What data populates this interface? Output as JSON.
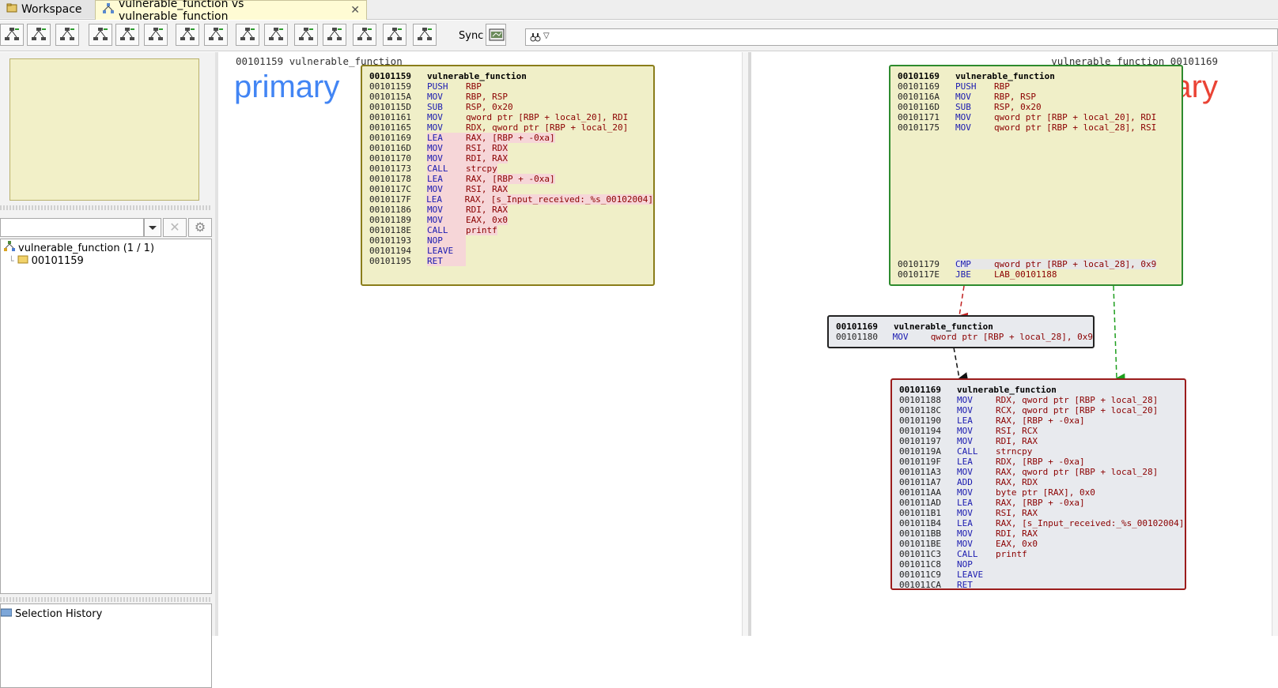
{
  "tabs": {
    "workspace": "Workspace",
    "compare": "vulnerable_function vs vulnerable_function"
  },
  "toolbar": {
    "sync_label": "Sync"
  },
  "tree": {
    "root": "vulnerable_function (1 / 1)",
    "child": "00101159"
  },
  "history": {
    "title": "Selection History"
  },
  "primary": {
    "header": "00101159 vulnerable_function",
    "label": "primary",
    "label_color": "#4285f4",
    "block": {
      "addr": "00101159",
      "name": "vulnerable_function",
      "lines": [
        {
          "addr": "00101159",
          "mn": "PUSH",
          "op": "RBP",
          "hl": false
        },
        {
          "addr": "0010115A",
          "mn": "MOV",
          "op": "RBP, RSP",
          "hl": false
        },
        {
          "addr": "0010115D",
          "mn": "SUB",
          "op": "RSP, 0x20",
          "hl": false
        },
        {
          "addr": "00101161",
          "mn": "MOV",
          "op": "qword ptr [RBP + local_20], RDI",
          "hl": false
        },
        {
          "addr": "00101165",
          "mn": "MOV",
          "op": "RDX, qword ptr [RBP + local_20]",
          "hl": false
        },
        {
          "addr": "00101169",
          "mn": "LEA",
          "op": "RAX, [RBP + -0xa]",
          "hl": true
        },
        {
          "addr": "0010116D",
          "mn": "MOV",
          "op": "RSI, RDX",
          "hl": true
        },
        {
          "addr": "00101170",
          "mn": "MOV",
          "op": "RDI, RAX",
          "hl": true
        },
        {
          "addr": "00101173",
          "mn": "CALL",
          "op": "strcpy",
          "hl": true
        },
        {
          "addr": "00101178",
          "mn": "LEA",
          "op": "RAX, [RBP + -0xa]",
          "hl": true
        },
        {
          "addr": "0010117C",
          "mn": "MOV",
          "op": "RSI, RAX",
          "hl": true
        },
        {
          "addr": "0010117F",
          "mn": "LEA",
          "op": "RAX, [s_Input_received:_%s_00102004]",
          "hl": true
        },
        {
          "addr": "00101186",
          "mn": "MOV",
          "op": "RDI, RAX",
          "hl": true
        },
        {
          "addr": "00101189",
          "mn": "MOV",
          "op": "EAX, 0x0",
          "hl": true
        },
        {
          "addr": "0010118E",
          "mn": "CALL",
          "op": "printf",
          "hl": true
        },
        {
          "addr": "00101193",
          "mn": "NOP",
          "op": "",
          "hl": true
        },
        {
          "addr": "00101194",
          "mn": "LEAVE",
          "op": "",
          "hl": true
        },
        {
          "addr": "00101195",
          "mn": "RET",
          "op": "",
          "hl": true
        }
      ]
    }
  },
  "secondary": {
    "header": "vulnerable_function 00101169",
    "label": "ndary",
    "label_color": "#ea4335",
    "block1": {
      "addr": "00101169",
      "name": "vulnerable_function",
      "lines": [
        {
          "addr": "00101169",
          "mn": "PUSH",
          "op": "RBP",
          "hl": false
        },
        {
          "addr": "0010116A",
          "mn": "MOV",
          "op": "RBP, RSP",
          "hl": false
        },
        {
          "addr": "0010116D",
          "mn": "SUB",
          "op": "RSP, 0x20",
          "hl": false
        },
        {
          "addr": "00101171",
          "mn": "MOV",
          "op": "qword ptr [RBP + local_20], RDI",
          "hl": false
        },
        {
          "addr": "00101175",
          "mn": "MOV",
          "op": "qword ptr [RBP + local_28], RSI",
          "hl": false
        }
      ],
      "tail": [
        {
          "addr": "00101179",
          "mn": "CMP",
          "op": "qword ptr [RBP + local_28], 0x9",
          "hl": true
        },
        {
          "addr": "0010117E",
          "mn": "JBE",
          "op": "LAB_00101188",
          "hl": false
        }
      ]
    },
    "block2": {
      "addr": "00101169",
      "name": "vulnerable_function",
      "lines": [
        {
          "addr": "00101180",
          "mn": "MOV",
          "op": "qword ptr [RBP + local_28], 0x9",
          "hl": false
        }
      ]
    },
    "block3": {
      "addr": "00101169",
      "name": "vulnerable_function",
      "lines": [
        {
          "addr": "00101188",
          "mn": "MOV",
          "op": "RDX, qword ptr [RBP + local_28]",
          "hl": false
        },
        {
          "addr": "0010118C",
          "mn": "MOV",
          "op": "RCX, qword ptr [RBP + local_20]",
          "hl": false
        },
        {
          "addr": "00101190",
          "mn": "LEA",
          "op": "RAX, [RBP + -0xa]",
          "hl": false
        },
        {
          "addr": "00101194",
          "mn": "MOV",
          "op": "RSI, RCX",
          "hl": false
        },
        {
          "addr": "00101197",
          "mn": "MOV",
          "op": "RDI, RAX",
          "hl": false
        },
        {
          "addr": "0010119A",
          "mn": "CALL",
          "op": "strncpy",
          "hl": false
        },
        {
          "addr": "0010119F",
          "mn": "LEA",
          "op": "RDX, [RBP + -0xa]",
          "hl": false
        },
        {
          "addr": "001011A3",
          "mn": "MOV",
          "op": "RAX, qword ptr [RBP + local_28]",
          "hl": false
        },
        {
          "addr": "001011A7",
          "mn": "ADD",
          "op": "RAX, RDX",
          "hl": false
        },
        {
          "addr": "001011AA",
          "mn": "MOV",
          "op": "byte ptr [RAX], 0x0",
          "hl": false
        },
        {
          "addr": "001011AD",
          "mn": "LEA",
          "op": "RAX, [RBP + -0xa]",
          "hl": false
        },
        {
          "addr": "001011B1",
          "mn": "MOV",
          "op": "RSI, RAX",
          "hl": false
        },
        {
          "addr": "001011B4",
          "mn": "LEA",
          "op": "RAX, [s_Input_received:_%s_00102004]",
          "hl": false
        },
        {
          "addr": "001011BB",
          "mn": "MOV",
          "op": "RDI, RAX",
          "hl": false
        },
        {
          "addr": "001011BE",
          "mn": "MOV",
          "op": "EAX, 0x0",
          "hl": false
        },
        {
          "addr": "001011C3",
          "mn": "CALL",
          "op": "printf",
          "hl": false
        },
        {
          "addr": "001011C8",
          "mn": "NOP",
          "op": "",
          "hl": false
        },
        {
          "addr": "001011C9",
          "mn": "LEAVE",
          "op": "",
          "hl": false
        },
        {
          "addr": "001011CA",
          "mn": "RET",
          "op": "",
          "hl": false
        }
      ]
    }
  },
  "colors": {
    "block_fill": "#f0efc8",
    "block_gray": "#e8eaee",
    "border_primary": "#8a7d1a",
    "border_secondary_top": "#2e8b2e",
    "border_secondary_bottom": "#9b1c1c",
    "edge_false": "#c02020",
    "edge_true": "#1e9e1e",
    "edge_fall": "#111111"
  },
  "icons": [
    "workspace-tab-icon",
    "function-graph-tab-icon",
    "close-icon",
    "dropdown-arrow-icon",
    "clear-icon",
    "gear-icon",
    "tree-function-icon",
    "folder-icon",
    "history-icon",
    "binoculars-icon"
  ]
}
